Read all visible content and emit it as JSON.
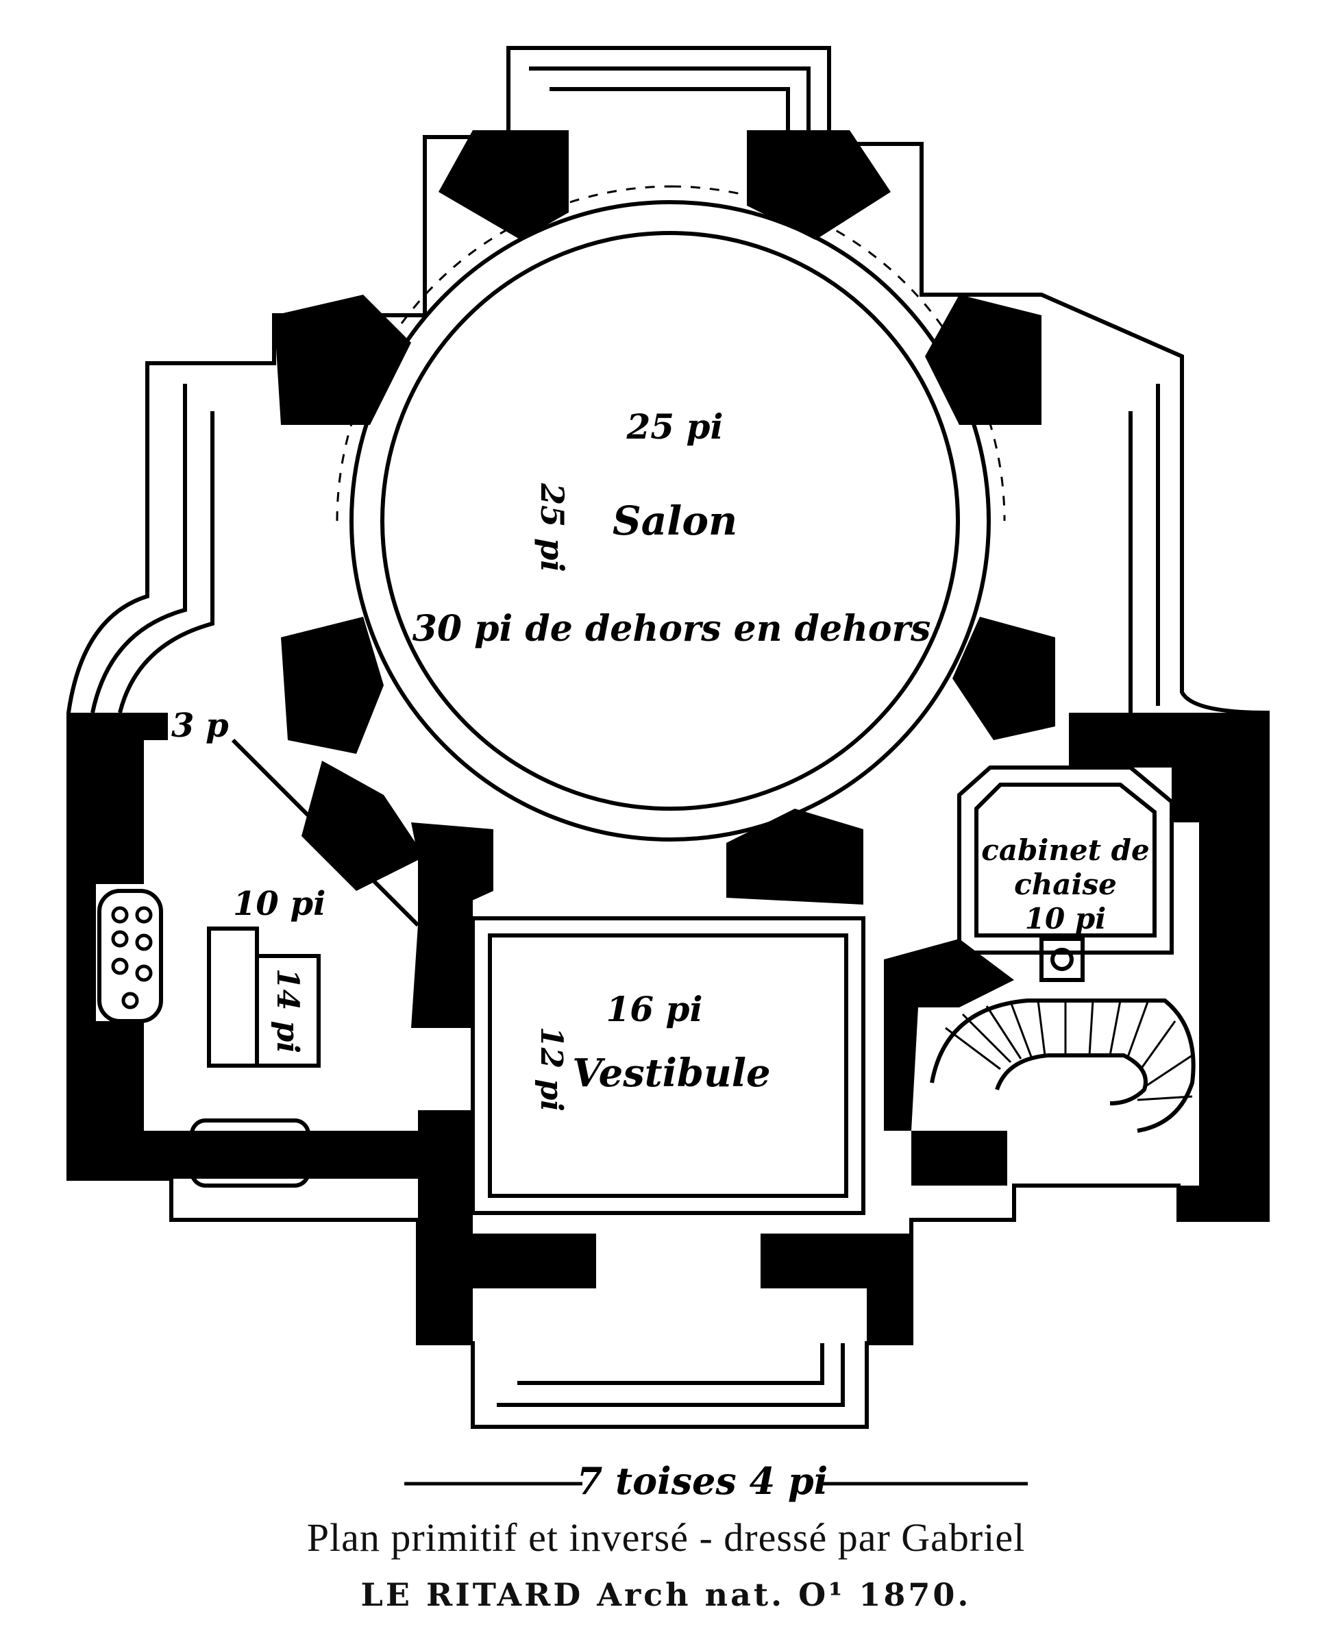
{
  "plan": {
    "labels": {
      "salon_width": "25 pi",
      "salon_height": "25 pi",
      "salon_name": "Salon",
      "salon_outer": "30 pi de dehors en dehors",
      "wall_thickness": "3 p",
      "room_width": "10 pi",
      "room_depth": "14 pi",
      "vestibule_width": "16 pi",
      "vestibule_depth": "12 pi",
      "vestibule_name": "Vestibule",
      "cabinet_name_1": "cabinet de",
      "cabinet_name_2": "chaise",
      "cabinet_size": "10 pi",
      "scale": "7 toises 4 pi"
    },
    "caption": "Plan primitif et inversé - dressé par Gabriel",
    "credit": "LE RITARD Arch nat. O¹ 1870."
  },
  "colors": {
    "ink": "#000000",
    "paper": "#ffffff"
  }
}
